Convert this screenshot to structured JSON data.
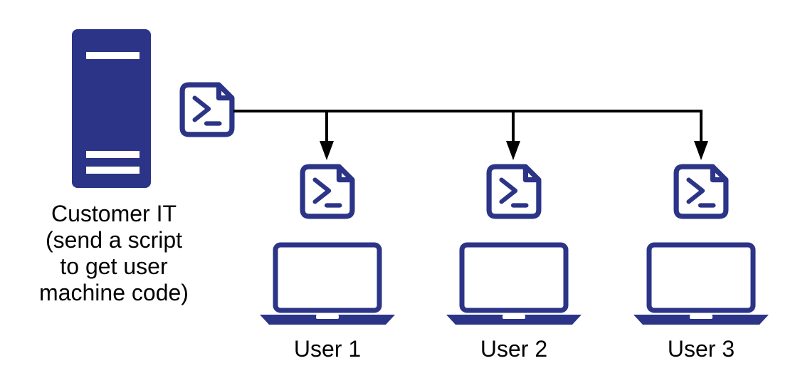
{
  "server": {
    "name": "server-icon",
    "label_lines": [
      "Customer IT",
      "(send a script",
      "to get user",
      "machine code)"
    ]
  },
  "script": {
    "icon": "powershell-script-icon"
  },
  "users": [
    {
      "label": "User 1",
      "icon": "laptop-icon"
    },
    {
      "label": "User 2",
      "icon": "laptop-icon"
    },
    {
      "label": "User 3",
      "icon": "laptop-icon"
    }
  ],
  "colors": {
    "icon": "#2b3487",
    "line": "#000000",
    "background": "#ffffff"
  }
}
